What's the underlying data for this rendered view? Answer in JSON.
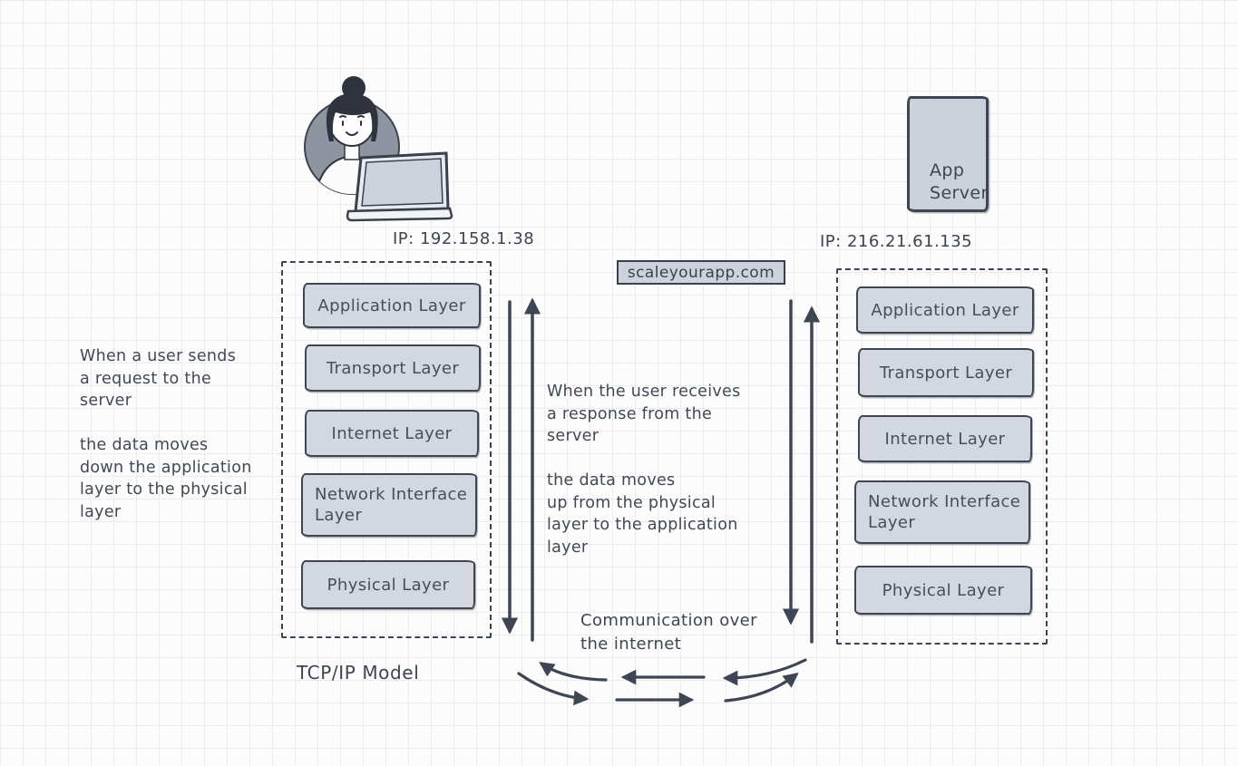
{
  "client": {
    "ip": "IP: 192.158.1.38",
    "avatar": "woman-with-bun-illustration",
    "device": "laptop"
  },
  "server": {
    "name": "App\nServer",
    "ip": "IP: 216.21.61.135"
  },
  "domain": {
    "label": "scaleyourapp.com"
  },
  "stack": {
    "title": "TCP/IP Model",
    "layers": [
      "Application Layer",
      "Transport Layer",
      "Internet Layer",
      "Network Interface Layer",
      "Physical Layer"
    ]
  },
  "notes": {
    "request": "When a user sends\na request to the\nserver\n\nthe data moves\ndown the application\nlayer to the physical\nlayer",
    "response": "When the user receives\na response from the\nserver\n\nthe data moves\nup from the physical\nlayer to the application\nlayer",
    "communication": "Communication over\nthe internet"
  },
  "colors": {
    "ink": "#3e4450",
    "layer_fill": "#d3d8e0",
    "avatar_circle_fill": "#8e95a0",
    "grid_line": "#ececef",
    "background": "#fcfcfd"
  }
}
